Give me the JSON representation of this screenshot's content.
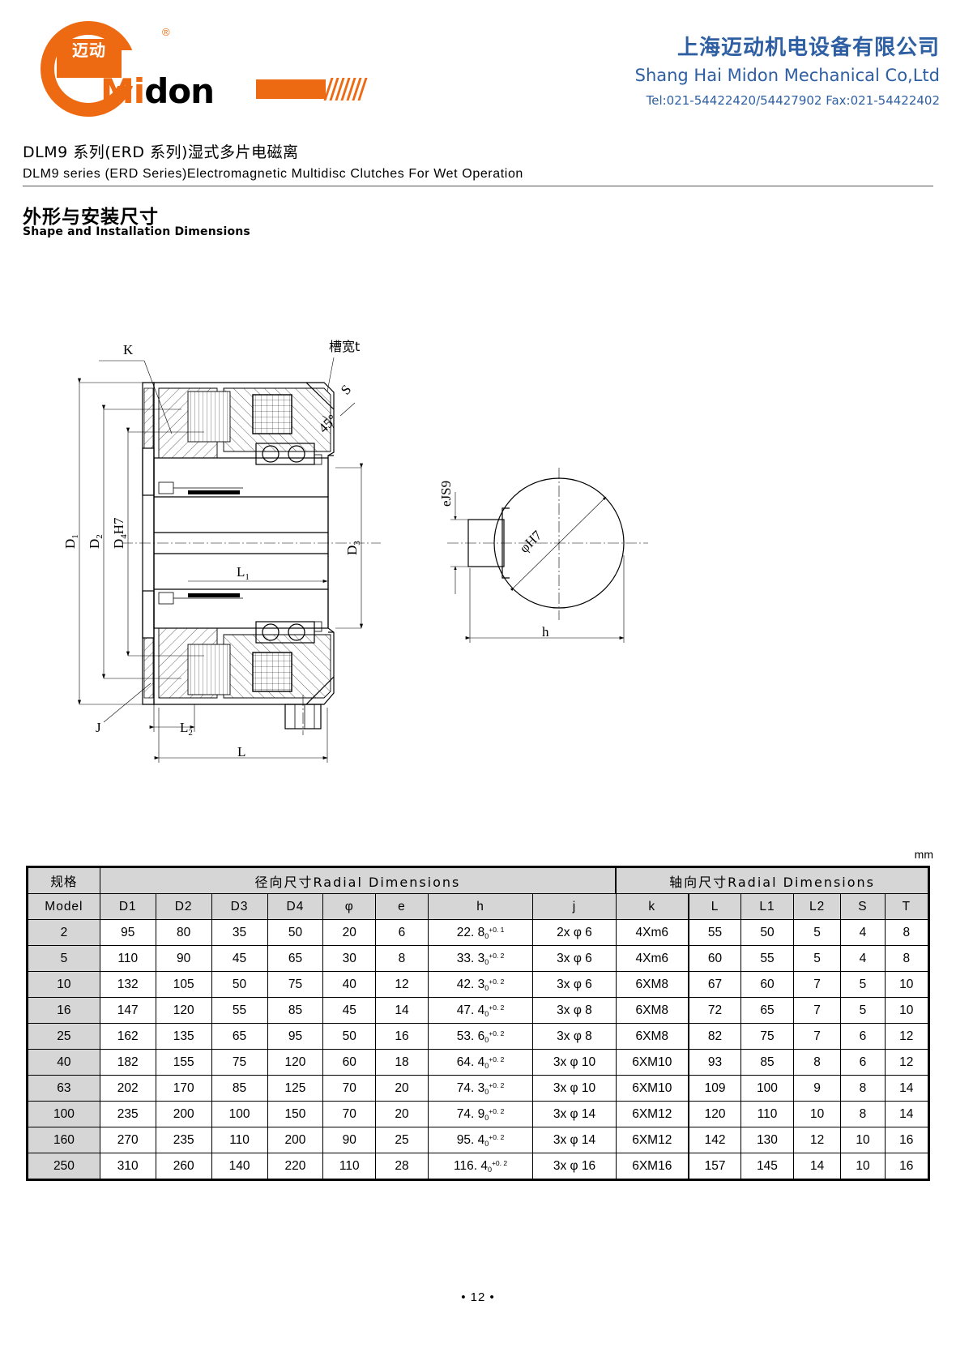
{
  "header": {
    "logo": {
      "brand_cn": "迈动",
      "brand_en": "Midon",
      "registered_mark": "®"
    },
    "company_cn": "上海迈动机电设备有限公司",
    "company_en": "Shang Hai Midon Mechanical Co,Ltd",
    "contact": "Tel:021-54422420/54427902 Fax:021-54422402"
  },
  "title": {
    "series_cn": "DLM9  系列(ERD  系列)湿式多片电磁离",
    "series_en": "DLM9 series (ERD Series)Electromagnetic Multidisc Clutches For Wet Operation",
    "section_cn": "外形与安装尺寸",
    "section_en": "Shape and Installation Dimensions"
  },
  "drawing": {
    "labels": {
      "k": "K",
      "slot_width": "槽宽t",
      "s": "S",
      "angle": "45°",
      "d1": "D",
      "d1_sub": "1",
      "d2": "D",
      "d2_sub": "2",
      "d4h7": "D",
      "d4h7_sub": "4",
      "d4h7_suffix": "H7",
      "d3": "D",
      "d3_sub": "3",
      "l1": "L",
      "l1_sub": "1",
      "l2": "L",
      "l2_sub": "2",
      "j": "J",
      "l": "L",
      "ejs9": "eJS9",
      "phi_h7": "φH7",
      "h": "h"
    }
  },
  "table": {
    "unit": "mm",
    "model_header_cn": "规格",
    "model_header_en": "Model",
    "group_radial": "径向尺寸Radial  Dimensions",
    "group_axial": "轴向尺寸Radial  Dimensions",
    "columns": [
      "D1",
      "D2",
      "D3",
      "D4",
      "φ",
      "e",
      "h",
      "j",
      "k",
      "L",
      "L1",
      "L2",
      "S",
      "T"
    ],
    "rows": [
      {
        "model": "2",
        "D1": "95",
        "D2": "80",
        "D3": "35",
        "D4": "50",
        "phi": "20",
        "e": "6",
        "h_base": "22. 8",
        "h_low": "0",
        "h_up": "+0. 1",
        "j": "2x φ 6",
        "k": "4Xm6",
        "L": "55",
        "L1": "50",
        "L2": "5",
        "S": "4",
        "T": "8"
      },
      {
        "model": "5",
        "D1": "110",
        "D2": "90",
        "D3": "45",
        "D4": "65",
        "phi": "30",
        "e": "8",
        "h_base": "33. 3",
        "h_low": "0",
        "h_up": "+0. 2",
        "j": "3x φ 6",
        "k": "4Xm6",
        "L": "60",
        "L1": "55",
        "L2": "5",
        "S": "4",
        "T": "8"
      },
      {
        "model": "10",
        "D1": "132",
        "D2": "105",
        "D3": "50",
        "D4": "75",
        "phi": "40",
        "e": "12",
        "h_base": "42. 3",
        "h_low": "0",
        "h_up": "+0. 2",
        "j": "3x φ 6",
        "k": "6XM8",
        "L": "67",
        "L1": "60",
        "L2": "7",
        "S": "5",
        "T": "10"
      },
      {
        "model": "16",
        "D1": "147",
        "D2": "120",
        "D3": "55",
        "D4": "85",
        "phi": "45",
        "e": "14",
        "h_base": "47. 4",
        "h_low": "0",
        "h_up": "+0. 2",
        "j": "3x φ 8",
        "k": "6XM8",
        "L": "72",
        "L1": "65",
        "L2": "7",
        "S": "5",
        "T": "10"
      },
      {
        "model": "25",
        "D1": "162",
        "D2": "135",
        "D3": "65",
        "D4": "95",
        "phi": "50",
        "e": "16",
        "h_base": "53. 6",
        "h_low": "0",
        "h_up": "+0. 2",
        "j": "3x φ 8",
        "k": "6XM8",
        "L": "82",
        "L1": "75",
        "L2": "7",
        "S": "6",
        "T": "12"
      },
      {
        "model": "40",
        "D1": "182",
        "D2": "155",
        "D3": "75",
        "D4": "120",
        "phi": "60",
        "e": "18",
        "h_base": "64. 4",
        "h_low": "0",
        "h_up": "+0. 2",
        "j": "3x φ 10",
        "k": "6XM10",
        "L": "93",
        "L1": "85",
        "L2": "8",
        "S": "6",
        "T": "12"
      },
      {
        "model": "63",
        "D1": "202",
        "D2": "170",
        "D3": "85",
        "D4": "125",
        "phi": "70",
        "e": "20",
        "h_base": "74. 3",
        "h_low": "0",
        "h_up": "+0. 2",
        "j": "3x φ 10",
        "k": "6XM10",
        "L": "109",
        "L1": "100",
        "L2": "9",
        "S": "8",
        "T": "14"
      },
      {
        "model": "100",
        "D1": "235",
        "D2": "200",
        "D3": "100",
        "D4": "150",
        "phi": "70",
        "e": "20",
        "h_base": "74. 9",
        "h_low": "0",
        "h_up": "+0. 2",
        "j": "3x φ 14",
        "k": "6XM12",
        "L": "120",
        "L1": "110",
        "L2": "10",
        "S": "8",
        "T": "14"
      },
      {
        "model": "160",
        "D1": "270",
        "D2": "235",
        "D3": "110",
        "D4": "200",
        "phi": "90",
        "e": "25",
        "h_base": "95. 4",
        "h_low": "0",
        "h_up": "+0. 2",
        "j": "3x φ 14",
        "k": "6XM12",
        "L": "142",
        "L1": "130",
        "L2": "12",
        "S": "10",
        "T": "16"
      },
      {
        "model": "250",
        "D1": "310",
        "D2": "260",
        "D3": "140",
        "D4": "220",
        "phi": "110",
        "e": "28",
        "h_base": "116. 4",
        "h_low": "0",
        "h_up": "+0. 2",
        "j": "3x φ 16",
        "k": "6XM16",
        "L": "157",
        "L1": "145",
        "L2": "14",
        "S": "10",
        "T": "16"
      }
    ]
  },
  "footer": {
    "page": "• 12 •"
  },
  "colors": {
    "brand_orange": "#EE6A12",
    "company_blue": "#2E5FA3",
    "table_header_bg": "#d6d6d6"
  }
}
